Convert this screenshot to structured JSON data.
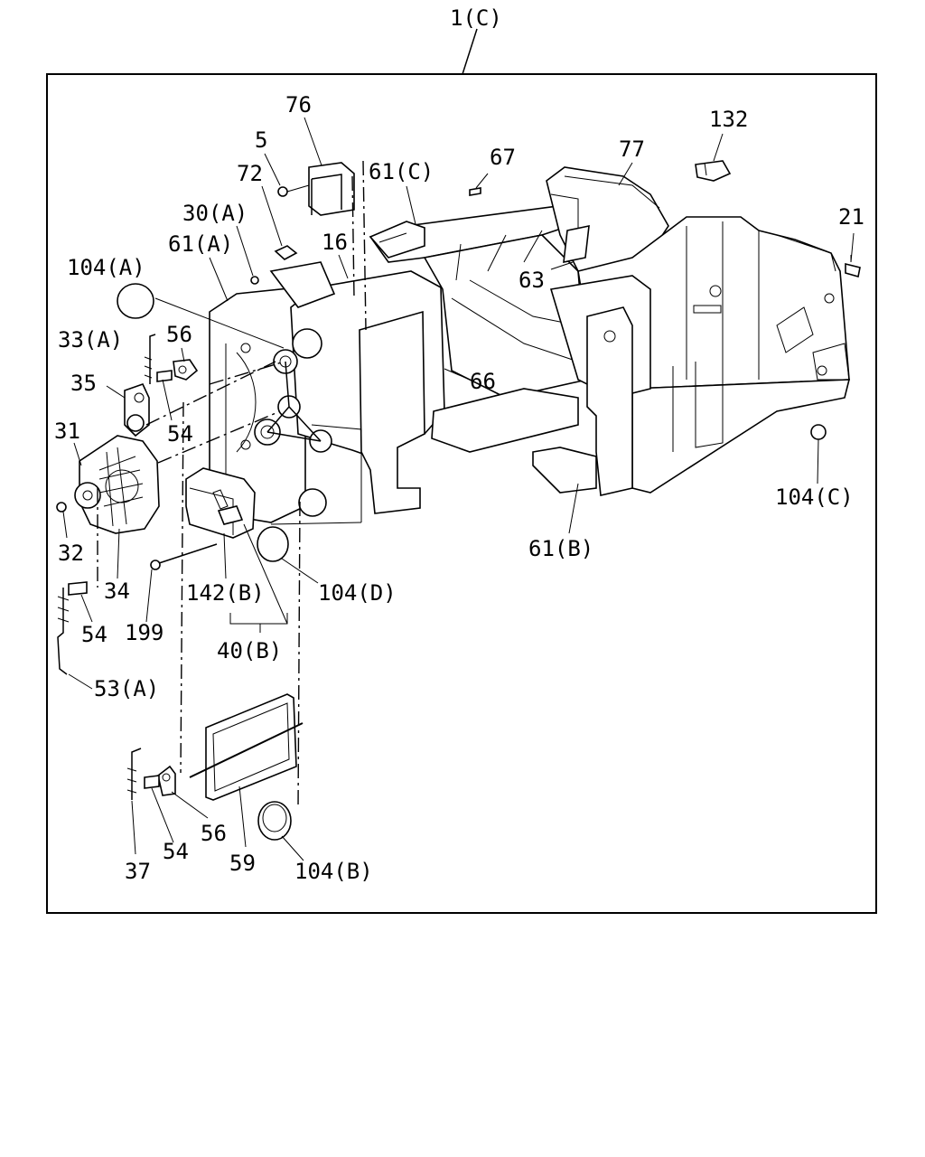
{
  "assembly_label": "1(C)",
  "callouts": [
    {
      "id": "c-76",
      "text": "76"
    },
    {
      "id": "c-5",
      "text": "5"
    },
    {
      "id": "c-72",
      "text": "72"
    },
    {
      "id": "c-61c",
      "text": "61(C)"
    },
    {
      "id": "c-67",
      "text": "67"
    },
    {
      "id": "c-77",
      "text": "77"
    },
    {
      "id": "c-132",
      "text": "132"
    },
    {
      "id": "c-30a",
      "text": "30(A)"
    },
    {
      "id": "c-61a",
      "text": "61(A)"
    },
    {
      "id": "c-16",
      "text": "16"
    },
    {
      "id": "c-21",
      "text": "21"
    },
    {
      "id": "c-104a",
      "text": "104(A)"
    },
    {
      "id": "c-63",
      "text": "63"
    },
    {
      "id": "c-33a",
      "text": "33(A)"
    },
    {
      "id": "c-56a",
      "text": "56"
    },
    {
      "id": "c-35",
      "text": "35"
    },
    {
      "id": "c-66",
      "text": "66"
    },
    {
      "id": "c-54a",
      "text": "54"
    },
    {
      "id": "c-31",
      "text": "31"
    },
    {
      "id": "c-104c",
      "text": "104(C)"
    },
    {
      "id": "c-32",
      "text": "32"
    },
    {
      "id": "c-61b",
      "text": "61(B)"
    },
    {
      "id": "c-34",
      "text": "34"
    },
    {
      "id": "c-142b",
      "text": "142(B)"
    },
    {
      "id": "c-104d",
      "text": "104(D)"
    },
    {
      "id": "c-54b",
      "text": "54"
    },
    {
      "id": "c-199",
      "text": "199"
    },
    {
      "id": "c-40b",
      "text": "40(B)"
    },
    {
      "id": "c-53a",
      "text": "53(A)"
    },
    {
      "id": "c-56b",
      "text": "56"
    },
    {
      "id": "c-54c",
      "text": "54"
    },
    {
      "id": "c-37",
      "text": "37"
    },
    {
      "id": "c-59",
      "text": "59"
    },
    {
      "id": "c-104b",
      "text": "104(B)"
    }
  ]
}
